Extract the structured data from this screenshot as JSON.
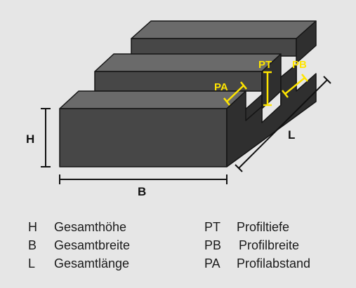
{
  "diagram": {
    "colors": {
      "background": "#e6e6e6",
      "block_front": "#474747",
      "block_top": "#6a6a6a",
      "block_side": "#2f2f2f",
      "edge": "#151515",
      "dimension_line": "#111111",
      "profile_marker": "#ffe500"
    },
    "labels": {
      "H": "H",
      "B": "B",
      "L": "L",
      "PT": "PT",
      "PB": "PB",
      "PA": "PA"
    }
  },
  "legend": {
    "left": [
      {
        "abbr": "H",
        "text": "Gesamthöhe"
      },
      {
        "abbr": "B",
        "text": "Gesamtbreite"
      },
      {
        "abbr": "L",
        "text": "Gesamtlänge"
      }
    ],
    "right": [
      {
        "abbr": "PT",
        "text": "Profiltiefe"
      },
      {
        "abbr": "PB",
        "text": "Profilbreite"
      },
      {
        "abbr": "PA",
        "text": "Profilabstand"
      }
    ]
  }
}
